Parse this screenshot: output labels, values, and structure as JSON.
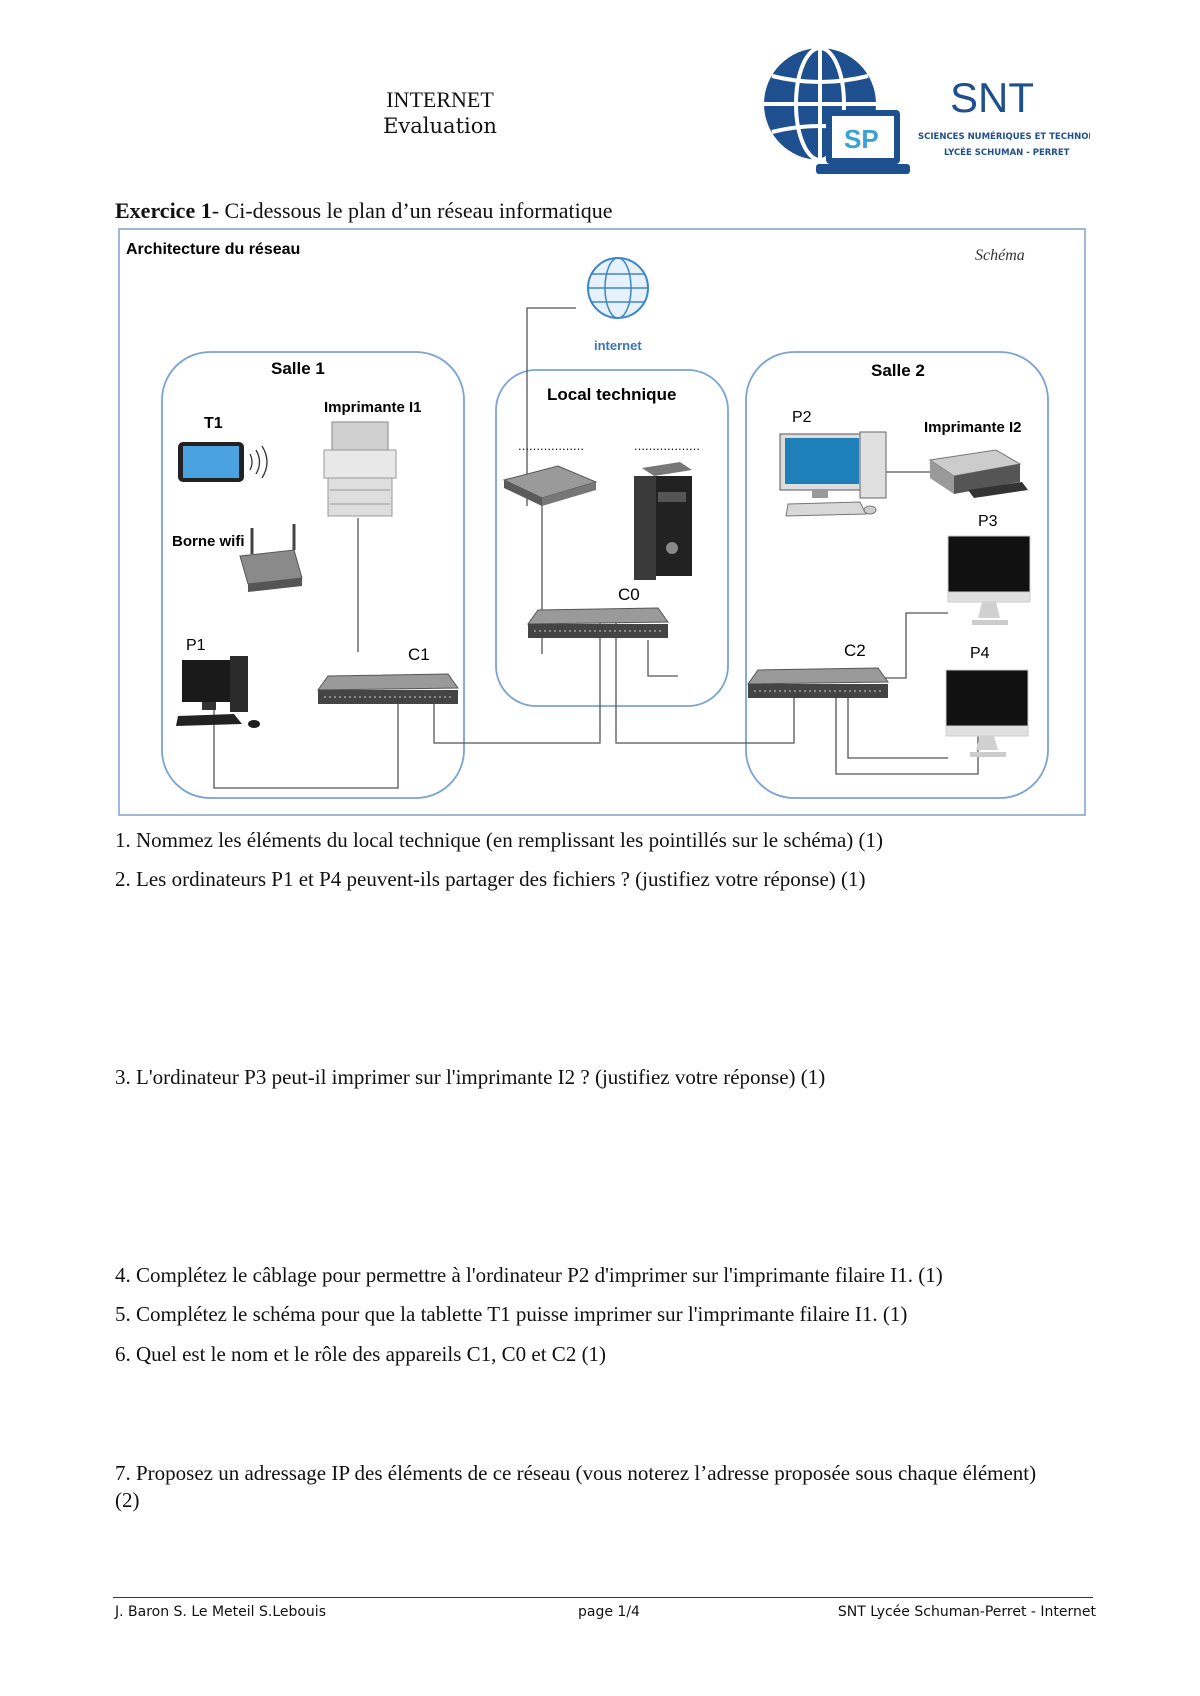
{
  "header": {
    "title": "INTERNET",
    "subtitle": "Evaluation",
    "logo_text": "SNT",
    "logo_line1": "SCIENCES NUMÉRIQUES ET TECHNOLOGIE",
    "logo_line2": "LYCÉE SCHUMAN - PERRET"
  },
  "exercise": {
    "bold": "Exercice 1",
    "rest": "- Ci-dessous le plan d’un réseau informatique"
  },
  "diagram": {
    "title": "Architecture du réseau",
    "schema_label": "Schéma",
    "internet_label": "internet",
    "rooms": {
      "salle1": "Salle 1",
      "local": "Local technique",
      "salle2": "Salle 2"
    },
    "devices": {
      "t1": "T1",
      "i1": "Imprimante I1",
      "borne": "Borne wifi",
      "p1": "P1",
      "c1": "C1",
      "c0": "C0",
      "p2": "P2",
      "i2": "Imprimante I2",
      "p3": "P3",
      "c2": "C2",
      "p4": "P4"
    },
    "dots": "………………"
  },
  "questions": [
    "1. Nommez les éléments du local technique (en remplissant les pointillés sur le schéma) (1)",
    "2. Les ordinateurs P1 et P4 peuvent-ils partager des fichiers ? (justifiez votre réponse) (1)",
    "3. L'ordinateur P3 peut-il imprimer sur l'imprimante I2 ? (justifiez votre réponse) (1)",
    "4. Complétez le câblage pour permettre à l'ordinateur P2 d'imprimer sur l'imprimante filaire I1. (1)",
    "5. Complétez le schéma pour que la tablette T1 puisse imprimer sur l'imprimante filaire I1. (1)",
    "6. Quel est le nom et le rôle des appareils C1, C0 et C2 (1)",
    "7. Proposez un adressage IP des éléments de ce réseau (vous noterez l’adresse proposée sous chaque élément) (2)"
  ],
  "footer": {
    "left": "J. Baron S. Le Meteil S.Lebouis",
    "center": "page 1/4",
    "right": "SNT Lycée Schuman-Perret - Internet"
  }
}
